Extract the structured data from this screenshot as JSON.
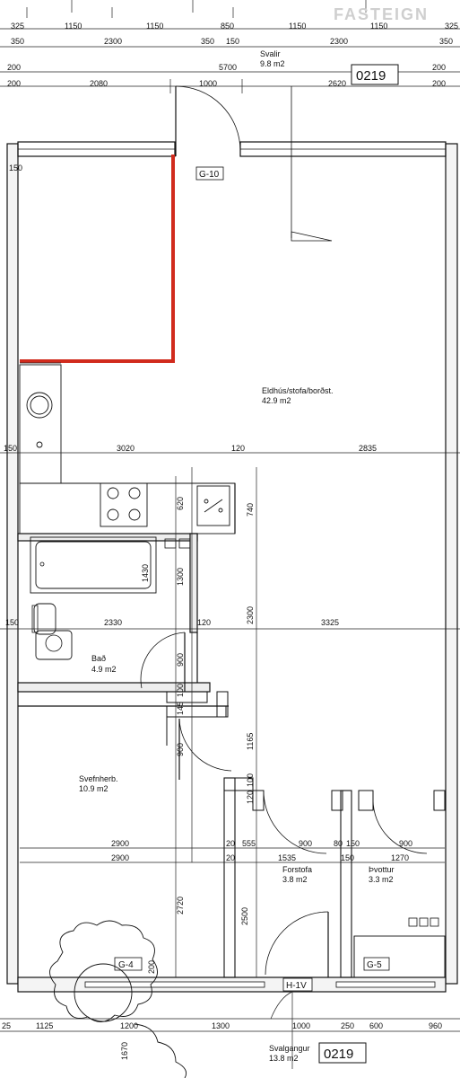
{
  "plan": {
    "unit_number": "0219",
    "unit_number_bottom": "0219",
    "logo_text": "FASTEIGN",
    "rooms": {
      "balcony": {
        "name": "Svalir",
        "area": "9.8 m2"
      },
      "kitchen_living": {
        "name": "Eldhús/stofa/borðst.",
        "area": "42.9 m2"
      },
      "bathroom": {
        "name": "Bað",
        "area": "4.9 m2"
      },
      "bedroom": {
        "name": "Svefnherb.",
        "area": "10.9 m2"
      },
      "entrance": {
        "name": "Forstofa",
        "area": "3.8 m2"
      },
      "laundry": {
        "name": "Þvottur",
        "area": "3.3 m2"
      },
      "walkway": {
        "name": "Svalgangur",
        "area": "13.8 m2"
      }
    },
    "tags": {
      "g10": "G-10",
      "g4": "G-4",
      "g5": "G-5",
      "h1v": "H-1V"
    },
    "dims": {
      "top_row1": [
        "325",
        "1150",
        "1150",
        "850",
        "1150",
        "1150",
        "325"
      ],
      "top_row2": [
        "350",
        "2300",
        "350",
        "150",
        "2300",
        "350"
      ],
      "top_row3": [
        "200",
        "5700",
        "200"
      ],
      "top_row4": [
        "200",
        "2080",
        "1000",
        "2620",
        "200"
      ],
      "left_150": "150",
      "row_kitchen": [
        "150",
        "3020",
        "120",
        "2835"
      ],
      "row_bath": [
        "150",
        "2330",
        "120",
        "3325"
      ],
      "row_bed1": [
        "2900",
        "20",
        "555",
        "900",
        "80",
        "150",
        "900"
      ],
      "row_bed2": [
        "2900",
        "20",
        "1535",
        "150",
        "1270"
      ],
      "vert": [
        "1430",
        "1300",
        "620",
        "740",
        "2300",
        "900",
        "100",
        "145",
        "900",
        "1165",
        "120",
        "100",
        "2720",
        "2500",
        "200",
        "1670"
      ],
      "bottom_row": [
        "1125",
        "1200",
        "1300",
        "1000",
        "250",
        "600",
        "960",
        "25"
      ]
    }
  }
}
